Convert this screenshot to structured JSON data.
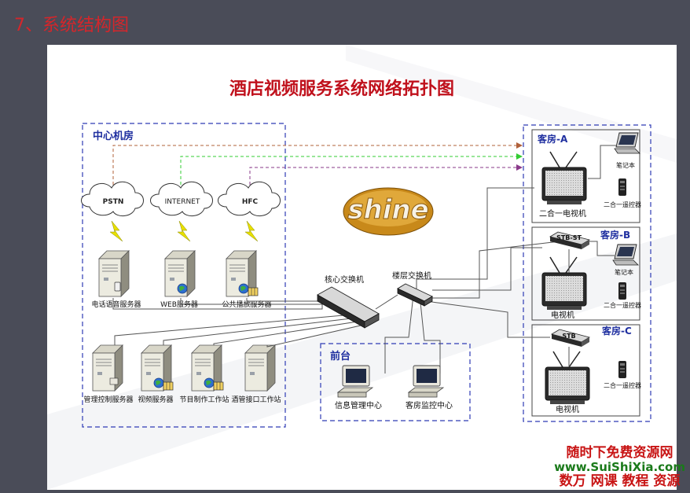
{
  "slide": {
    "title": "7、系统结构图"
  },
  "diagram": {
    "title": "酒店视频服务系统网络拓扑图",
    "logo": "shine",
    "zones": {
      "center": "中心机房",
      "front": "前台",
      "room_a": "客房-A",
      "room_b": "客房-B",
      "room_c": "客房-C"
    },
    "clouds": {
      "pstn": "PSTN",
      "internet": "INTERNET",
      "hfc": "HFC"
    },
    "servers": {
      "voice": "电话语音服务器",
      "web": "WEB服务器",
      "broadcast": "公共播放服务器",
      "mgmt": "管理控制服务器",
      "video": "视频服务器",
      "program": "节目制作工作站",
      "hotel": "酒管接口工作站"
    },
    "switches": {
      "core": "核心交换机",
      "floor": "楼层交换机"
    },
    "front_desk": {
      "info": "信息管理中心",
      "monitor": "客房监控中心"
    },
    "rooms": {
      "a": {
        "laptop": "笔记本",
        "remote": "二合一遥控器",
        "tv": "二合一电视机"
      },
      "b": {
        "stb": "STB-ST",
        "laptop": "笔记本",
        "remote": "二合一遥控器",
        "tv": "电视机"
      },
      "c": {
        "stb": "STB",
        "remote": "二合一遥控器",
        "tv": "电视机"
      }
    },
    "colors": {
      "zone_border": "#2e3bb5",
      "label_red": "#c0111c",
      "label_blue": "#2030a0",
      "pstn_link": "#b0603a",
      "internet_link": "#33cc33",
      "hfc_link": "#8a3a8a",
      "lightning": "#e8e000"
    }
  },
  "watermark": {
    "line1": "随时下免费资源网",
    "line2": "www.SuiShiXia.com",
    "line3": "数万 网课 教程 资源"
  }
}
